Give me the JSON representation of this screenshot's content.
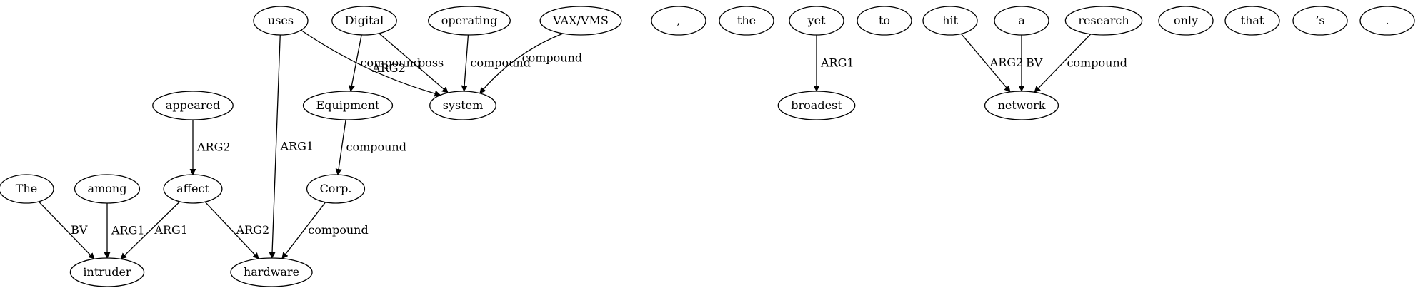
{
  "nodes": [
    {
      "id": "The",
      "label": "The"
    },
    {
      "id": "among",
      "label": "among"
    },
    {
      "id": "appeared",
      "label": "appeared"
    },
    {
      "id": "affect",
      "label": "affect"
    },
    {
      "id": "intruder",
      "label": "intruder"
    },
    {
      "id": "uses",
      "label": "uses"
    },
    {
      "id": "hardware",
      "label": "hardware"
    },
    {
      "id": "Digital",
      "label": "Digital"
    },
    {
      "id": "Equipment",
      "label": "Equipment"
    },
    {
      "id": "Corp",
      "label": "Corp."
    },
    {
      "id": "operating",
      "label": "operating"
    },
    {
      "id": "VAXVMS",
      "label": "VAX/VMS"
    },
    {
      "id": "system",
      "label": "system"
    },
    {
      "id": "comma",
      "label": ","
    },
    {
      "id": "the",
      "label": "the"
    },
    {
      "id": "yet",
      "label": "yet"
    },
    {
      "id": "broadest",
      "label": "broadest"
    },
    {
      "id": "to",
      "label": "to"
    },
    {
      "id": "hit",
      "label": "hit"
    },
    {
      "id": "a",
      "label": "a"
    },
    {
      "id": "research",
      "label": "research"
    },
    {
      "id": "network",
      "label": "network"
    },
    {
      "id": "only",
      "label": "only"
    },
    {
      "id": "that",
      "label": "that"
    },
    {
      "id": "s",
      "label": "’s"
    },
    {
      "id": "period",
      "label": "."
    }
  ],
  "edges": [
    {
      "from": "The",
      "to": "intruder",
      "label": "BV"
    },
    {
      "from": "among",
      "to": "intruder",
      "label": "ARG1"
    },
    {
      "from": "affect",
      "to": "intruder",
      "label": "ARG1"
    },
    {
      "from": "appeared",
      "to": "affect",
      "label": "ARG2"
    },
    {
      "from": "affect",
      "to": "hardware",
      "label": "ARG2"
    },
    {
      "from": "uses",
      "to": "hardware",
      "label": "ARG1"
    },
    {
      "from": "uses",
      "to": "system",
      "label": "ARG2"
    },
    {
      "from": "Corp",
      "to": "hardware",
      "label": "compound"
    },
    {
      "from": "Equipment",
      "to": "Corp",
      "label": "compound"
    },
    {
      "from": "Digital",
      "to": "Equipment",
      "label": "compound"
    },
    {
      "from": "Digital",
      "to": "system",
      "label": "poss"
    },
    {
      "from": "operating",
      "to": "system",
      "label": "compound"
    },
    {
      "from": "VAXVMS",
      "to": "system",
      "label": "compound"
    },
    {
      "from": "yet",
      "to": "broadest",
      "label": "ARG1"
    },
    {
      "from": "hit",
      "to": "network",
      "label": "ARG2"
    },
    {
      "from": "a",
      "to": "network",
      "label": "BV"
    },
    {
      "from": "research",
      "to": "network",
      "label": "compound"
    }
  ]
}
